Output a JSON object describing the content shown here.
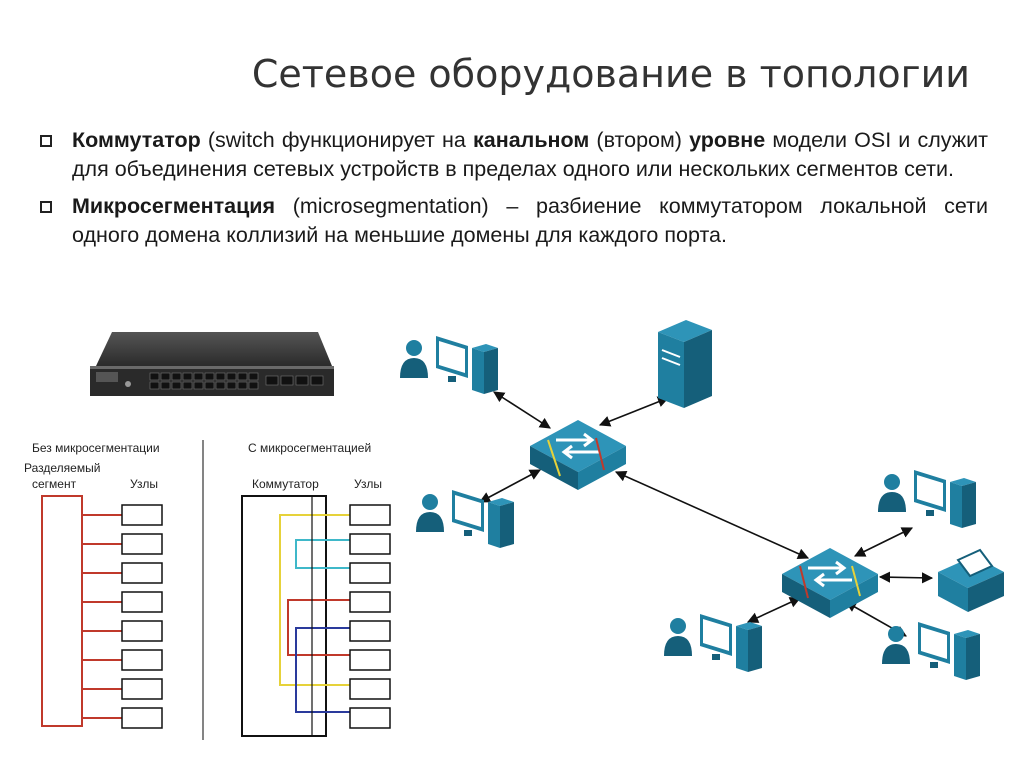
{
  "title": "Сетевое оборудование в топологии",
  "bullets": [
    {
      "term": "Коммутатор",
      "t1": " (switch функционирует на ",
      "b1": "канальном",
      "t2": " (втором) ",
      "b2": "уровне",
      "t3": " модели OSI и служит для объединения сетевых устройств в пределах одного или нескольких сегментов сети."
    },
    {
      "term": "Микросегментация",
      "t1": " (microsegmentation) – разбиение коммутатором локальной сети одного домена коллизий на меньшие домены для каждого порта."
    }
  ],
  "diagram_left": {
    "no_micro_title": "Без микросегментации",
    "shared_segment_line1": "Разделяемый",
    "shared_segment_line2": "сегмент",
    "nodes_label_left": "Узлы",
    "with_micro_title": "С микросегментацией",
    "switch_label": "Коммутатор",
    "nodes_label_right": "Узлы",
    "node_count": 8
  },
  "colors": {
    "shared_line": "#c0392b",
    "yellow": "#e6d23a",
    "cyan": "#3fb8c9",
    "red": "#c0392b",
    "blue": "#2a3a9c",
    "device": "#1f7fa0",
    "device_dark": "#155f7a"
  }
}
